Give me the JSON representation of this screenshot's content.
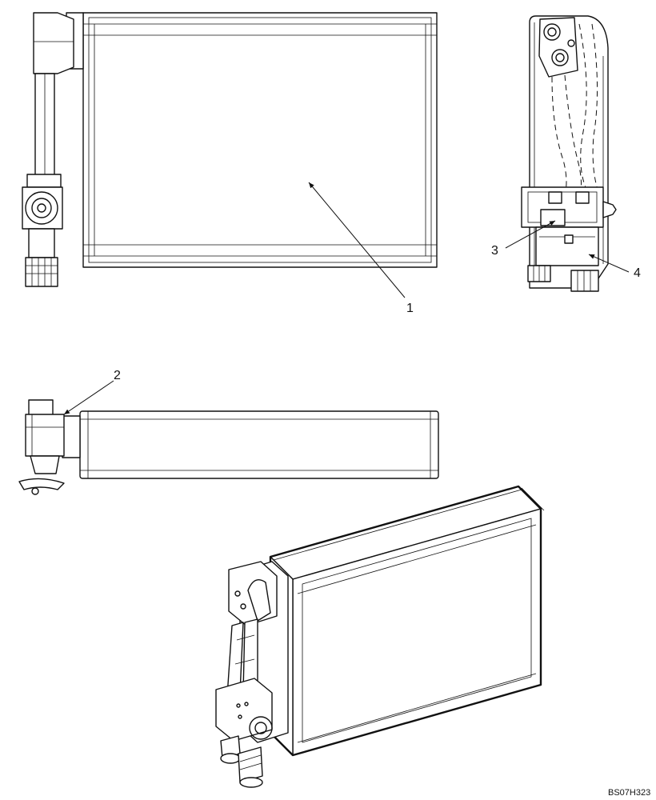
{
  "callouts": {
    "c1": "1",
    "c2": "2",
    "c3": "3",
    "c4": "4"
  },
  "drawing_code": "BS07H323"
}
